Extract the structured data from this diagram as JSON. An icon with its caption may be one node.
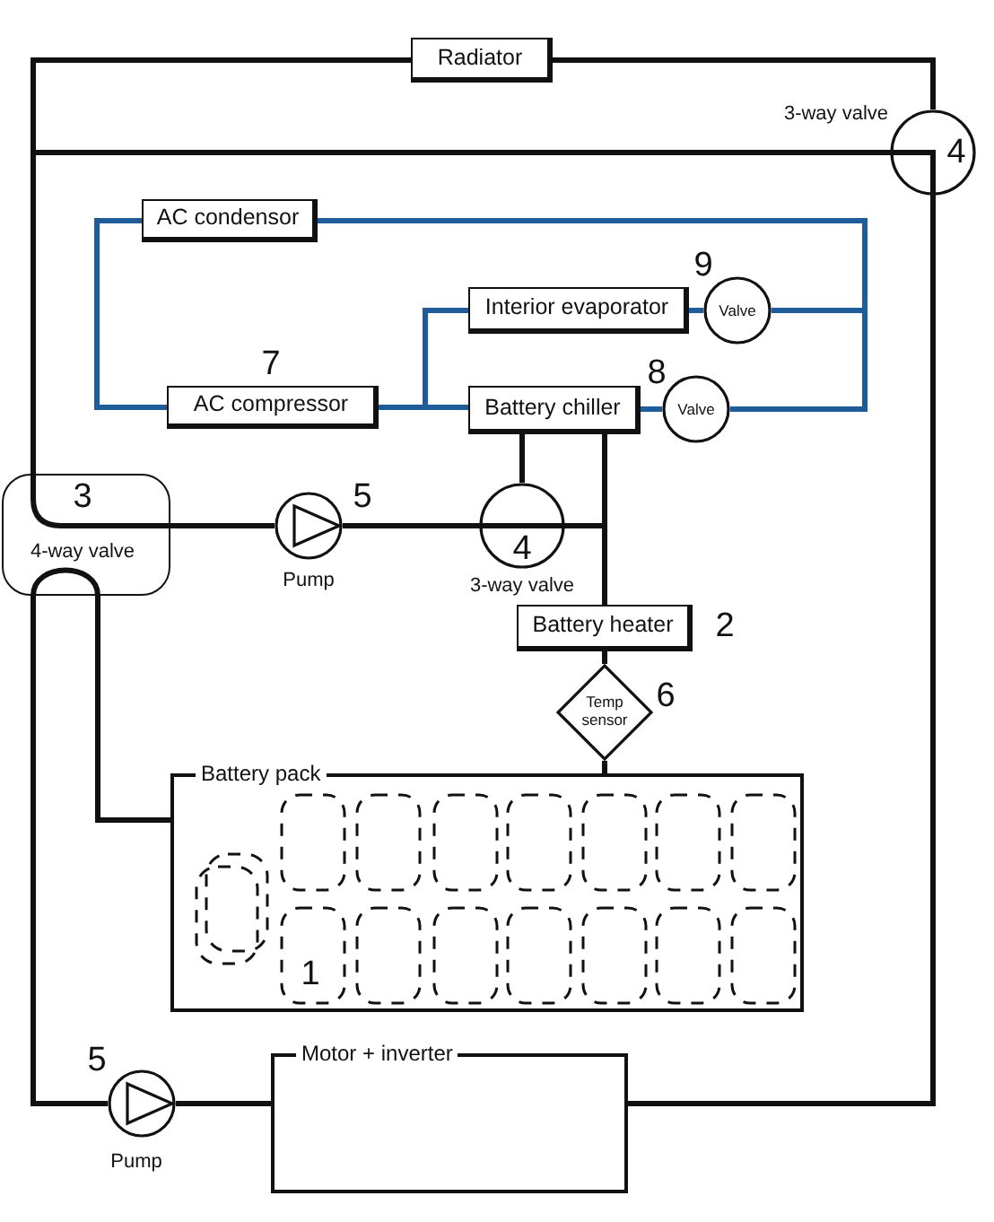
{
  "diagram": {
    "nodes": [
      {
        "text": [
          "Radiator"
        ]
      },
      {
        "text": [
          "4"
        ],
        "beside": [
          "3-way valve"
        ]
      },
      {
        "text": [
          "AC condensor"
        ]
      },
      {
        "text": [
          "Interior evaporator"
        ]
      },
      {
        "text": [
          "Valve"
        ],
        "beside": [
          "9"
        ]
      },
      {
        "text": [
          "AC compressor"
        ],
        "beside": [
          "7"
        ]
      },
      {
        "text": [
          "Battery chiller"
        ]
      },
      {
        "text": [
          "Valve"
        ],
        "beside": [
          "8"
        ]
      },
      {
        "text": [
          "3",
          "4-way valve"
        ]
      },
      {
        "text": [],
        "shape": "circle",
        "beside": [
          "5",
          "Pump"
        ]
      },
      {
        "text": [
          "4"
        ],
        "beside": [
          "3-way valve"
        ]
      },
      {
        "text": [
          "Battery heater"
        ],
        "beside": [
          "2"
        ]
      },
      {
        "text": [
          "Temp sensor"
        ],
        "beside": [
          "6"
        ]
      },
      {
        "text": [
          "Battery pack",
          "1"
        ]
      },
      {
        "text": [
          "Motor + inverter"
        ]
      },
      {
        "text": [],
        "shape": "circle",
        "beside": [
          "5",
          "Pump"
        ]
      }
    ],
    "edges": [
      {
        "from": 0,
        "to": 1,
        "arrow": "none"
      },
      {
        "from": 0,
        "to": 8,
        "arrow": "none"
      },
      {
        "from": 1,
        "to": 8,
        "arrow": "none"
      },
      {
        "from": 1,
        "to": 14,
        "arrow": "none"
      },
      {
        "from": 8,
        "to": 9,
        "arrow": "none"
      },
      {
        "from": 9,
        "to": 10,
        "arrow": "none"
      },
      {
        "from": 10,
        "to": 6,
        "arrow": "none"
      },
      {
        "from": 10,
        "to": 11,
        "arrow": "none"
      },
      {
        "from": 6,
        "to": 11,
        "arrow": "none"
      },
      {
        "from": 11,
        "to": 12,
        "arrow": "none"
      },
      {
        "from": 12,
        "to": 13,
        "arrow": "none"
      },
      {
        "from": 8,
        "to": 13,
        "arrow": "none"
      },
      {
        "from": 8,
        "to": 15,
        "arrow": "none"
      },
      {
        "from": 15,
        "to": 14,
        "arrow": "none"
      },
      {
        "from": 2,
        "to": 5,
        "arrow": "none",
        "color": "#1f5c99"
      },
      {
        "from": 2,
        "to": 4,
        "arrow": "none",
        "color": "#1f5c99"
      },
      {
        "from": 2,
        "to": 7,
        "arrow": "none",
        "color": "#1f5c99"
      },
      {
        "from": 3,
        "to": 4,
        "arrow": "none",
        "color": "#1f5c99"
      },
      {
        "from": 6,
        "to": 7,
        "arrow": "none",
        "color": "#1f5c99"
      },
      {
        "from": 5,
        "to": 3,
        "arrow": "none",
        "color": "#1f5c99"
      },
      {
        "from": 5,
        "to": 6,
        "arrow": "none",
        "color": "#1f5c99"
      }
    ]
  }
}
